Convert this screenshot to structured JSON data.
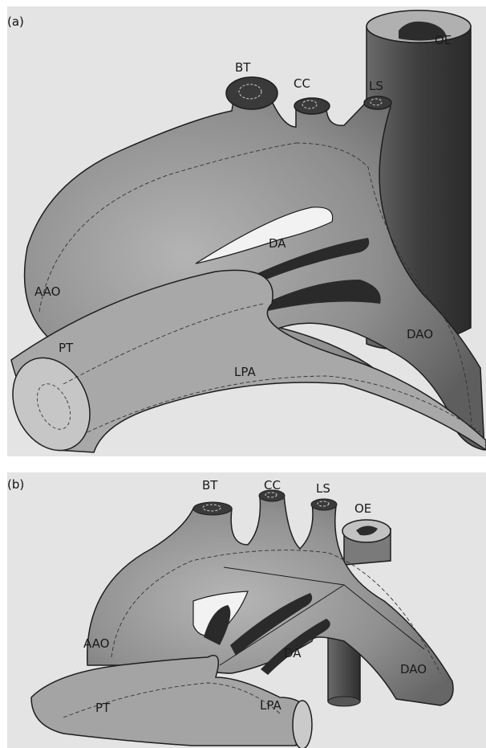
{
  "panel_a": {
    "letter": "(a)",
    "labels": {
      "bt": "BT",
      "cc": "CC",
      "ls": "LS",
      "oe": "OE",
      "da": "DA",
      "aao": "AAO",
      "pt": "PT",
      "lpa": "LPA",
      "dao": "DAO"
    }
  },
  "panel_b": {
    "letter": "(b)",
    "labels": {
      "bt": "BT",
      "cc": "CC",
      "ls": "LS",
      "oe": "OE",
      "da": "DA",
      "aao": "AAO",
      "pt": "PT",
      "lpa": "LPA",
      "dao": "DAO"
    }
  },
  "colors": {
    "panel_bg": "#e4e4e4",
    "vessel_fill": "#9e9e9e",
    "vessel_dark": "#4a4a4a",
    "outline": "#1e1e1e"
  }
}
